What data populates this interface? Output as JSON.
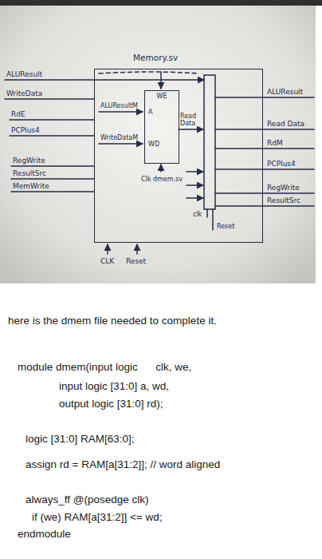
{
  "diagram": {
    "caption": "here is the dmem file needed to complete it.",
    "nodes": [
      {
        "text": [
          "Memory.sv"
        ]
      },
      {
        "text": [
          "WE",
          "A",
          "WD",
          "Clk dmem.sv"
        ],
        "in": 0
      }
    ],
    "labels": [
      "ALUResult",
      "WriteData",
      "RdE",
      "PCPlus4",
      "RegWrite",
      "ResultSrc",
      "MemWrite",
      "ALUResultM",
      "WriteDataM",
      "Read Data",
      "ALUResult",
      "Read Data",
      "RdM",
      "PCPlus4",
      "RegWrite",
      "ResultSrc",
      "clk",
      "Reset",
      "CLK",
      "Reset",
      "module dmem(input logic      clk, we,",
      "input logic [31:0] a, wd,",
      "output logic [31:0] rd);",
      "logic [31:0] RAM[63:0];",
      "assign rd = RAM[a[31:2]]; // word aligned",
      "always_ff @(posedge clk)",
      "if (we) RAM[a[31:2]] <= wd;",
      "endmodule"
    ]
  }
}
